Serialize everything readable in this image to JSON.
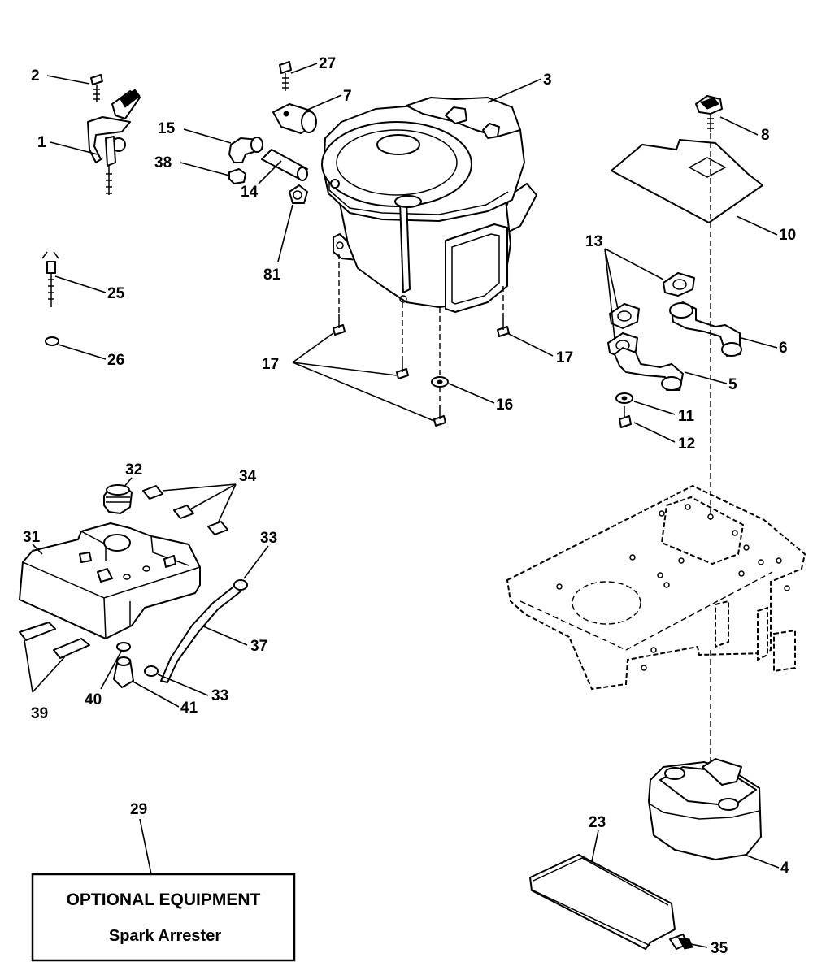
{
  "callouts": {
    "c1": "1",
    "c2": "2",
    "c3": "3",
    "c4": "4",
    "c5": "5",
    "c6": "6",
    "c7": "7",
    "c8": "8",
    "c10": "10",
    "c11": "11",
    "c12": "12",
    "c13": "13",
    "c14": "14",
    "c15": "15",
    "c16": "16",
    "c17a": "17",
    "c17b": "17",
    "c23": "23",
    "c25": "25",
    "c26": "26",
    "c27": "27",
    "c29": "29",
    "c31": "31",
    "c32": "32",
    "c33a": "33",
    "c33b": "33",
    "c34": "34",
    "c35": "35",
    "c37": "37",
    "c38": "38",
    "c39": "39",
    "c40": "40",
    "c41": "41",
    "c81": "81"
  },
  "optional_box": {
    "title": "OPTIONAL EQUIPMENT",
    "subtitle": "Spark Arrester"
  }
}
